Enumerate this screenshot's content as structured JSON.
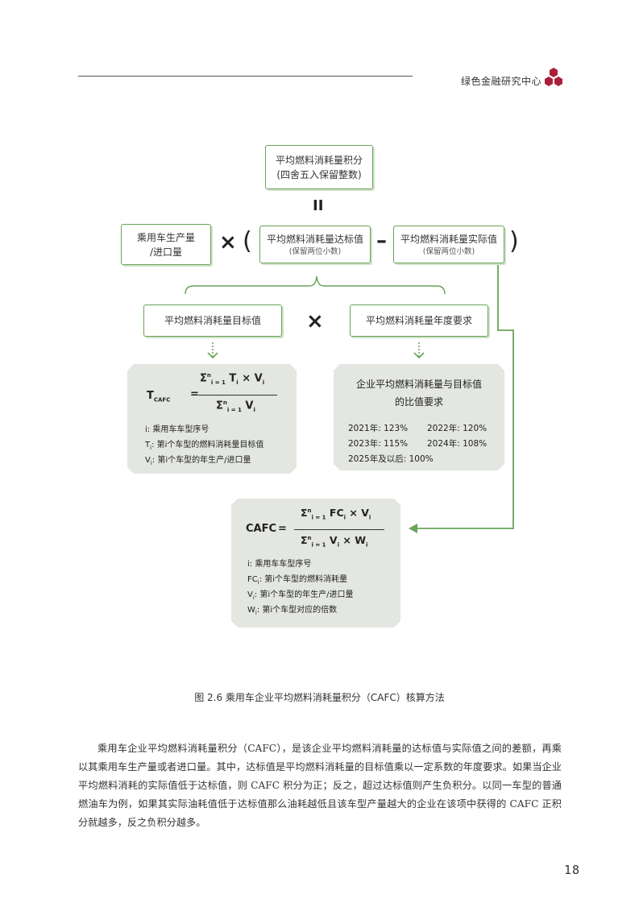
{
  "header": {
    "org": "绿色金融研究中心"
  },
  "diagram": {
    "top_box": {
      "line1": "平均燃料消耗量积分",
      "line2": "(四舍五入保留整数)"
    },
    "equals": "II",
    "volume_box": {
      "line1": "乘用车生产量",
      "line2": "/进口量"
    },
    "times": "×",
    "open_paren": "(",
    "close_paren": ")",
    "minus": "–",
    "standard_box": {
      "title": "平均燃料消耗量达标值",
      "note": "(保留两位小数)"
    },
    "actual_box": {
      "title": "平均燃料消耗量实际值",
      "note": "(保留两位小数)"
    },
    "target_box": "平均燃料消耗量目标值",
    "annual_box": "平均燃料消耗量年度要求",
    "tcafc": {
      "lhs": "T",
      "lhs_sub": "CAFC",
      "eq": "=",
      "num": "Σ",
      "num_sup": "n",
      "num_sub": "i = 1",
      "num_term": "T",
      "num_term_sub": "i",
      "num_times": "×",
      "num_term2": "V",
      "num_term2_sub": "i",
      "den": "Σ",
      "den_sup": "n",
      "den_sub": "i = 1",
      "den_term": "V",
      "den_term_sub": "i",
      "legend": [
        {
          "sym": "i",
          "sub": "",
          "text": ": 乘用车车型序号"
        },
        {
          "sym": "T",
          "sub": "i",
          "text": ": 第i个车型的燃料消耗量目标值"
        },
        {
          "sym": "V",
          "sub": "i",
          "text": ": 第i个车型的年生产/进口量"
        }
      ]
    },
    "ratio": {
      "title1": "企业平均燃料消耗量与目标值",
      "title2": "的比值要求",
      "y2021": "2021年: 123%",
      "y2022": "2022年: 120%",
      "y2023": "2023年: 115%",
      "y2024": "2024年: 108%",
      "y2025": "2025年及以后: 100%"
    },
    "cafc": {
      "lhs": "CAFC",
      "eq": "=",
      "num_sigma": "Σ",
      "num_sup": "n",
      "num_sub": "i = 1",
      "num_term": "FC",
      "num_term_sub": "i",
      "num_times": "×",
      "num_term2": "V",
      "num_term2_sub": "i",
      "den_sigma": "Σ",
      "den_sup": "n",
      "den_sub": "i = 1",
      "den_term": "V",
      "den_term_sub": "i",
      "den_times": "×",
      "den_term2": "W",
      "den_term2_sub": "i",
      "legend": [
        {
          "sym": "i",
          "sub": "",
          "text": ": 乘用车车型序号"
        },
        {
          "sym": "FC",
          "sub": "i",
          "text": ": 第i个车型的燃料消耗量"
        },
        {
          "sym": "V",
          "sub": "i",
          "text": ": 第i个车型的年生产/进口量"
        },
        {
          "sym": "W",
          "sub": "i",
          "text": ": 第i个车型对应的倍数"
        }
      ]
    }
  },
  "caption": "图 2.6 乘用车企业平均燃料消耗量积分（CAFC）核算方法",
  "body": "乘用车企业平均燃料消耗量积分（CAFC），是该企业平均燃料消耗量的达标值与实际值之间的差额，再乘以其乘用车生产量或者进口量。其中，达标值是平均燃料消耗量的目标值乘以一定系数的年度要求。如果当企业平均燃料消耗的实际值低于达标值，则 CAFC 积分为正；反之，超过达标值则产生负积分。以同一车型的普通燃油车为例，如果其实际油耗值低于达标值那么油耗越低且该车型产量越大的企业在该项中获得的 CAFC 正积分就越多，反之负积分越多。",
  "page_number": "18",
  "colors": {
    "green": "#6aa35a",
    "panel": "#e3e6e1",
    "logo": "#a8203a"
  }
}
